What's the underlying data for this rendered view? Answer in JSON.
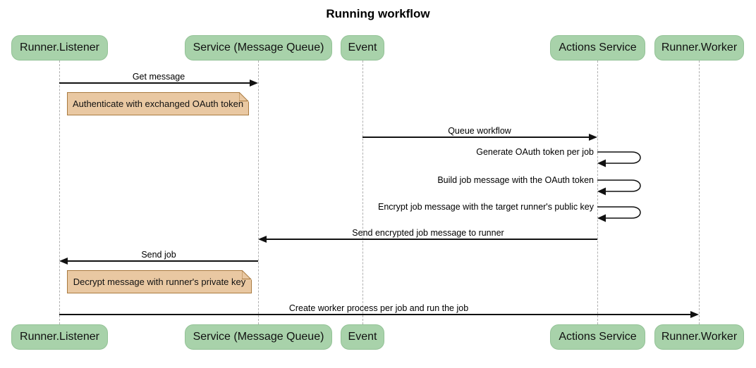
{
  "title": "Running workflow",
  "diagram_type": "sequence",
  "participants": [
    {
      "id": "runner-listener",
      "label": "Runner.Listener"
    },
    {
      "id": "service-mq",
      "label": "Service (Message Queue)"
    },
    {
      "id": "event",
      "label": "Event"
    },
    {
      "id": "actions-service",
      "label": "Actions Service"
    },
    {
      "id": "runner-worker",
      "label": "Runner.Worker"
    }
  ],
  "messages": [
    {
      "type": "arrow",
      "from": "Runner.Listener",
      "to": "Service (Message Queue)",
      "label": "Get message"
    },
    {
      "type": "note",
      "over": "Runner.Listener",
      "label": "Authenticate with exchanged OAuth token"
    },
    {
      "type": "arrow",
      "from": "Event",
      "to": "Actions Service",
      "label": "Queue workflow"
    },
    {
      "type": "self",
      "from": "Actions Service",
      "to": "Actions Service",
      "label": "Generate OAuth token per job"
    },
    {
      "type": "self",
      "from": "Actions Service",
      "to": "Actions Service",
      "label": "Build job message with the OAuth token"
    },
    {
      "type": "self",
      "from": "Actions Service",
      "to": "Actions Service",
      "label": "Encrypt job message with the target runner's public key"
    },
    {
      "type": "arrow",
      "from": "Actions Service",
      "to": "Service (Message Queue)",
      "label": "Send encrypted job message to runner"
    },
    {
      "type": "arrow",
      "from": "Service (Message Queue)",
      "to": "Runner.Listener",
      "label": "Send job"
    },
    {
      "type": "note",
      "over": "Runner.Listener",
      "label": "Decrypt message with runner's private key"
    },
    {
      "type": "arrow",
      "from": "Runner.Listener",
      "to": "Runner.Worker",
      "label": "Create worker process per job and run the job"
    }
  ],
  "colors": {
    "actor_fill": "#a8d2aa",
    "actor_border": "#93c296",
    "note_fill": "#e9c8a2",
    "note_border": "#a97a3f",
    "lifeline": "#b0b0b0",
    "arrow": "#111111"
  }
}
